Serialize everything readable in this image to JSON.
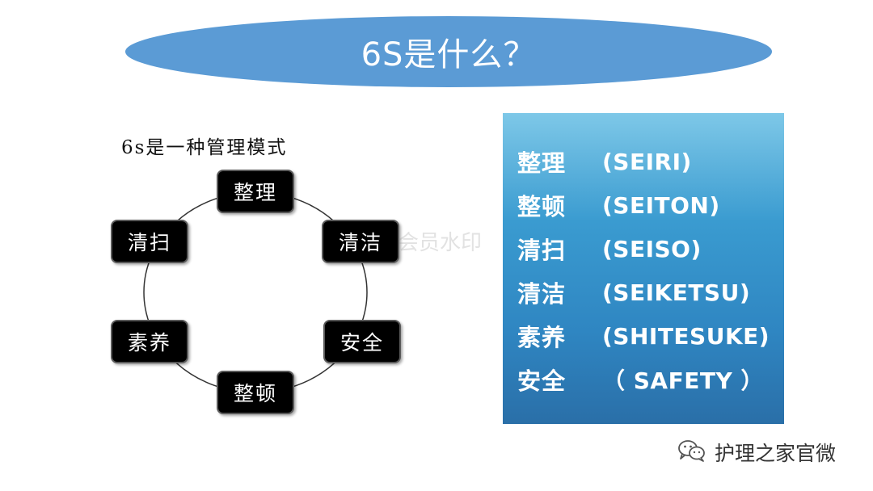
{
  "title": "6S是什么？",
  "diagram": {
    "subtitle": "6s是一种管理模式",
    "nodes": {
      "top": "整理",
      "upper_right": "清洁",
      "lower_right": "安全",
      "bottom": "整顿",
      "lower_left": "素养",
      "upper_left": "清扫"
    }
  },
  "watermark": "会员水印",
  "definitions": [
    {
      "zh": "整理",
      "en": "(SEIRI)"
    },
    {
      "zh": "整顿",
      "en": "(SEITON)"
    },
    {
      "zh": "清扫",
      "en": "(SEISO)"
    },
    {
      "zh": "清洁",
      "en": "(SEIKETSU)"
    },
    {
      "zh": "素养",
      "en": "(SHITESUKE)"
    },
    {
      "zh": "安全",
      "en": "（ SAFETY ）"
    }
  ],
  "footer": {
    "icon": "wechat-icon",
    "text": "护理之家官微"
  },
  "colors": {
    "title_bg": "#5b9bd5",
    "panel_bg": "#3a9bd0",
    "node_bg": "#000000"
  }
}
